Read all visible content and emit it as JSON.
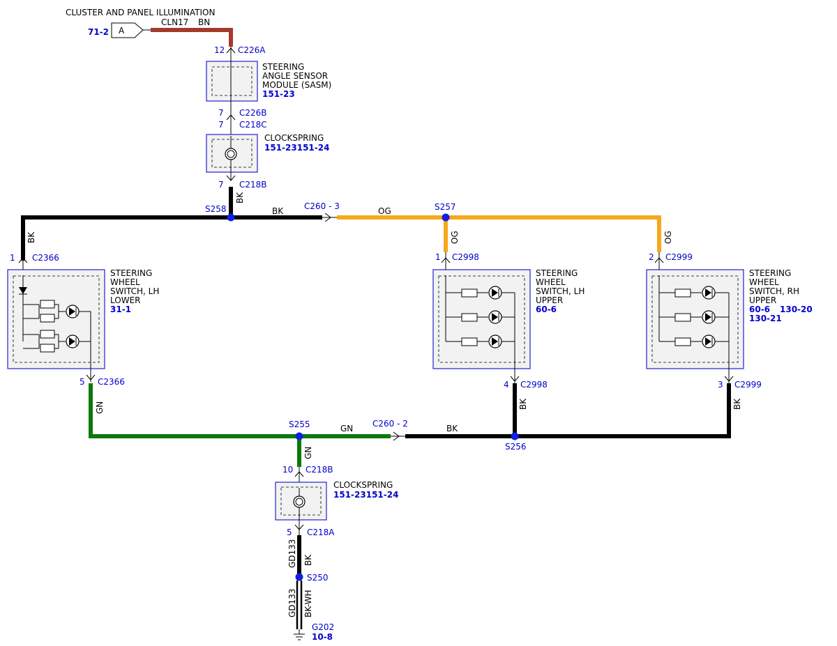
{
  "colors": {
    "BN": "#a33a2e",
    "BK": "#000000",
    "OG": "#f5a81c",
    "GN": "#0b7a0b",
    "splice": "#1020e0",
    "box_border": "#2222cc",
    "box_fill": "#f2f2f2",
    "ref_text": "#0000cc"
  },
  "header": {
    "title": "CLUSTER AND PANEL ILLUMINATION",
    "page_ref": "71-2",
    "connector_letter": "A",
    "circuit": "CLN17",
    "circuit_color": "BN"
  },
  "components": {
    "sasm": {
      "lines": [
        "STEERING",
        "ANGLE SENSOR",
        "MODULE (SASM)"
      ],
      "ref": "151-23"
    },
    "clockspring_top": {
      "name": "CLOCKSPRING",
      "ref": "151-23151-24"
    },
    "clockspring_bottom": {
      "name": "CLOCKSPRING",
      "ref": "151-23151-24"
    },
    "switch_lh_lower": {
      "lines": [
        "STEERING",
        "WHEEL",
        "SWITCH, LH",
        "LOWER"
      ],
      "ref": "31-1"
    },
    "switch_lh_upper": {
      "lines": [
        "STEERING",
        "WHEEL",
        "SWITCH, LH",
        "UPPER"
      ],
      "ref": "60-6"
    },
    "switch_rh_upper": {
      "lines": [
        "STEERING",
        "WHEEL",
        "SWITCH, RH",
        "UPPER"
      ],
      "ref1": "60-6",
      "ref2": "130-20",
      "ref3": "130-21"
    }
  },
  "pins": [
    {
      "pin": "12",
      "connector": "C226A"
    },
    {
      "pin": "7",
      "connector": "C226B"
    },
    {
      "pin": "7",
      "connector": "C218C"
    },
    {
      "pin": "7",
      "connector": "C218B"
    },
    {
      "pin": "1",
      "connector": "C2366"
    },
    {
      "pin": "5",
      "connector": "C2366"
    },
    {
      "pin": "1",
      "connector": "C2998"
    },
    {
      "pin": "4",
      "connector": "C2998"
    },
    {
      "pin": "2",
      "connector": "C2999"
    },
    {
      "pin": "3",
      "connector": "C2999"
    },
    {
      "pin": "10",
      "connector": "C218B"
    },
    {
      "pin": "5",
      "connector": "C218A"
    }
  ],
  "splices": [
    "S258",
    "S257",
    "S255",
    "S256",
    "S250"
  ],
  "inline_connectors": [
    "C260 - 3",
    "C260 - 2"
  ],
  "wire_labels": {
    "bk": "BK",
    "og": "OG",
    "gn": "GN",
    "bkwh": "BK-WH",
    "gd133": "GD133"
  },
  "ground": {
    "name": "G202",
    "ref": "10-8"
  }
}
